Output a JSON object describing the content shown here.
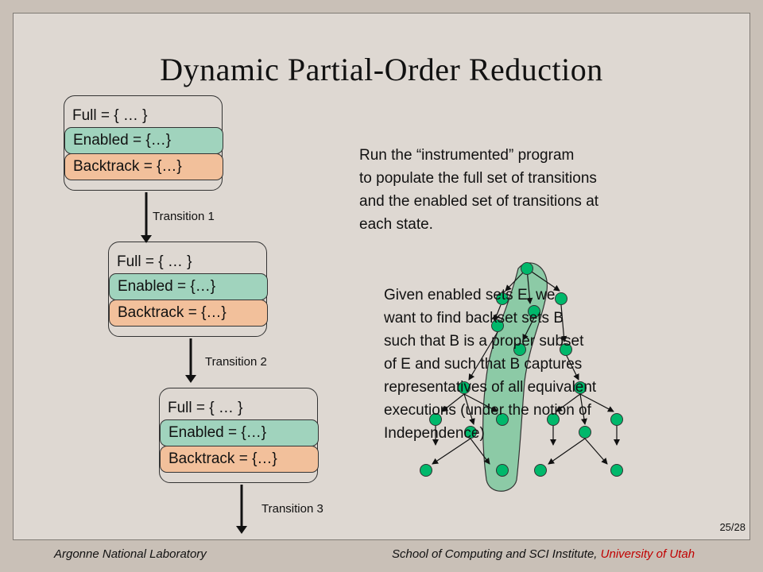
{
  "title": "Dynamic Partial-Order Reduction",
  "states": [
    {
      "full": "Full = { … }",
      "enabled": "Enabled = {…}",
      "backtrack": "Backtrack = {…}"
    },
    {
      "full": "Full = { … }",
      "enabled": "Enabled = {…}",
      "backtrack": "Backtrack = {…}"
    },
    {
      "full": "Full = { … }",
      "enabled": "Enabled = {…}",
      "backtrack": "Backtrack = {…}"
    }
  ],
  "transitions": [
    "Transition 1",
    "Transition 2",
    "Transition 3"
  ],
  "run_text": "Run the “instrumented” program\nto populate the full set of transitions\nand the enabled set of transitions at\neach state.",
  "given_text": "Given enabled sets E, we\nwant to find backset sets B\nsuch that B is a proper subset\nof E and such that B captures\nrepresentatives of all equivalent\nexecutions (under the notion of\nIndependence)",
  "page": "25/28",
  "footer": {
    "left": "Argonne National Laboratory",
    "right_main": "School of Computing and SCI Institute, ",
    "right_highlight": "University of Utah"
  },
  "colors": {
    "enabled": "#a0d3bd",
    "backtrack": "#f2c09b",
    "node": "#00b86b",
    "highlight": "#8ccaa6",
    "utah": "#c00000"
  }
}
